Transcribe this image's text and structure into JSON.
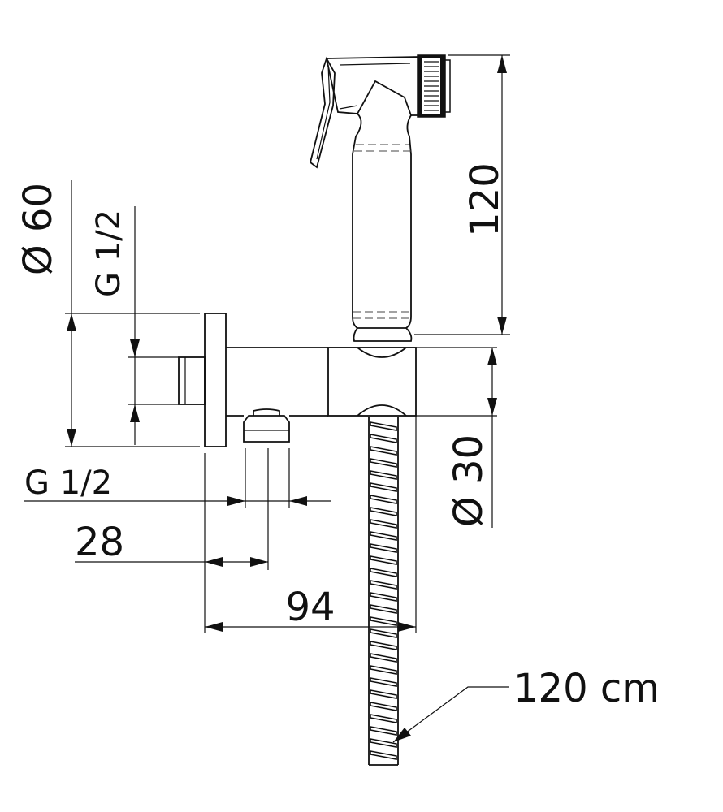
{
  "dimensions": {
    "height_handshower": "120",
    "diameter_flange": "Ø 60",
    "thread_inlet": "G 1/2",
    "thread_outlet": "G 1/2",
    "diameter_holder": "Ø 30",
    "offset_outlet": "28",
    "projection": "94",
    "hose_length": "120 cm"
  },
  "colors": {
    "line": "#111111",
    "background": "#ffffff"
  }
}
